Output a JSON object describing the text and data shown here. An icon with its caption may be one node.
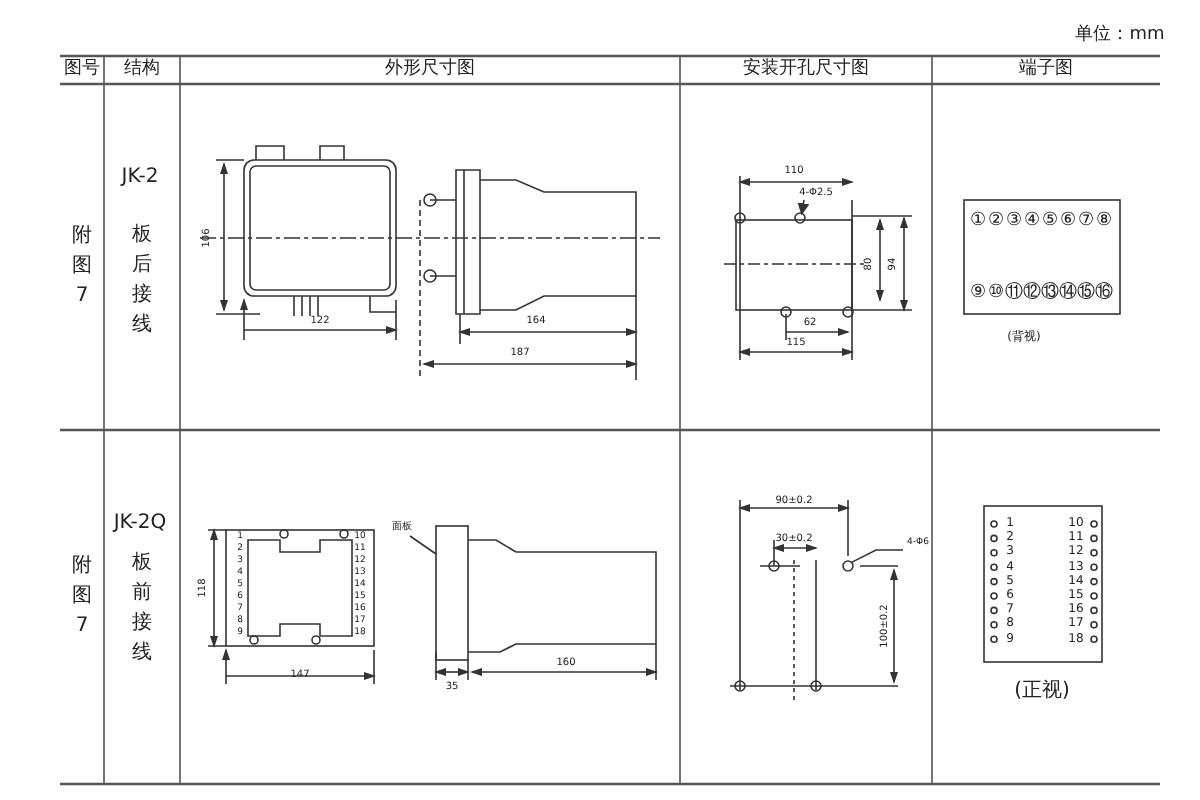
{
  "diagram": {
    "nodes": [
      {
        "text": [
          "4-Φ2.5"
        ]
      },
      {
        "text": [],
        "shape": "circle"
      },
      {
        "text": [
          "面板"
        ]
      },
      {
        "text": [],
        "shape": "box"
      },
      {
        "text": [
          "4-Φ6"
        ]
      },
      {
        "text": [],
        "shape": "circle"
      }
    ],
    "edges": [
      {
        "from": 0,
        "to": 1,
        "arrow": "to"
      },
      {
        "from": 2,
        "to": 3,
        "arrow": "none"
      },
      {
        "from": 4,
        "to": 5,
        "arrow": "none"
      }
    ],
    "labels": [
      "单位：mm",
      "图号",
      "结构",
      "外形尺寸图",
      "安装开孔尺寸图",
      "端子图",
      "附图7",
      "JK-2",
      "板后接线",
      "106",
      "122",
      "164",
      "187",
      "110",
      "80",
      "94",
      "62",
      "115",
      "①",
      "②",
      "③",
      "④",
      "⑤",
      "⑥",
      "⑦",
      "⑧",
      "⑨",
      "⑩",
      "⑪",
      "⑫",
      "⑬",
      "⑭",
      "⑮",
      "⑯",
      "(背视)",
      "附图7",
      "JK-2Q",
      "板前接线",
      "118",
      "1",
      "2",
      "3",
      "4",
      "5",
      "6",
      "7",
      "8",
      "9",
      "10",
      "11",
      "12",
      "13",
      "14",
      "15",
      "16",
      "17",
      "18",
      "147",
      "35",
      "160",
      "90±0.2",
      "30±0.2",
      "100±0.2",
      "1",
      "10",
      "2",
      "11",
      "3",
      "12",
      "4",
      "13",
      "5",
      "14",
      "6",
      "15",
      "7",
      "16",
      "8",
      "17",
      "9",
      "18",
      "(正视)"
    ]
  }
}
